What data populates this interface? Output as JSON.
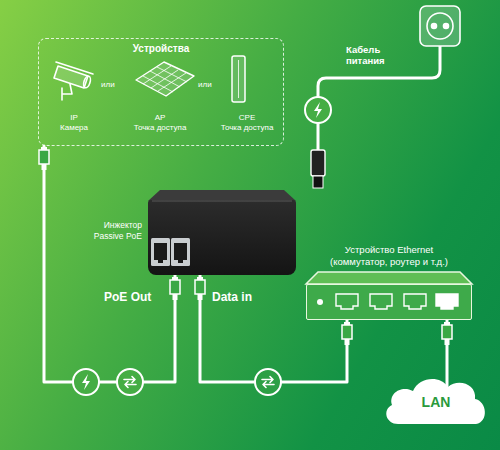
{
  "diagram": {
    "nodes": [
      {
        "text": [
          "Устройства"
        ]
      },
      {
        "text": [
          "IP",
          "Камера"
        ],
        "in": 0
      },
      {
        "text": [
          "AP",
          "Точка доступа"
        ],
        "in": 0
      },
      {
        "text": [
          "CPE",
          "Точка доступа"
        ],
        "in": 0
      },
      {
        "text": [
          "Инжектор Passive PoE"
        ]
      },
      {
        "text": [
          "Устройство Ethernet (коммутатор, роутер и т.д.)"
        ]
      },
      {
        "text": [
          "LAN"
        ]
      }
    ],
    "edges": [
      {
        "from": 0,
        "to": 4,
        "arrow": "none"
      },
      {
        "from": 4,
        "to": 5,
        "arrow": "none"
      },
      {
        "from": 5,
        "to": 6,
        "arrow": "none"
      }
    ],
    "labels": [
      "или",
      "или",
      "Кабель питания",
      "PoE Out",
      "Data in"
    ]
  }
}
